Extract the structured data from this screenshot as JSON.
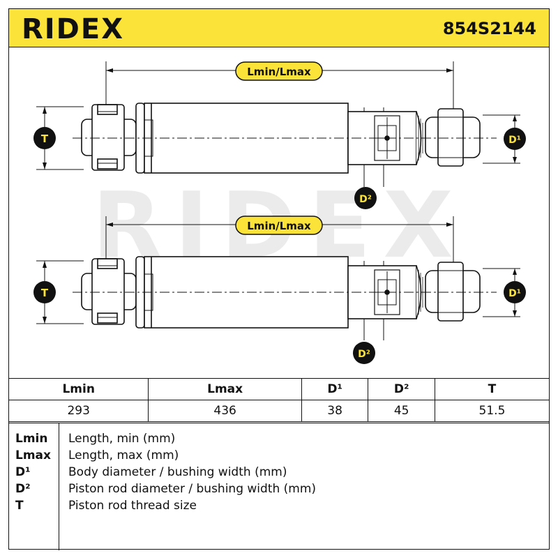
{
  "header": {
    "brand": "RIDEX",
    "part_number": "854S2144"
  },
  "watermark": "RIDEX",
  "diagram": {
    "length_label": "Lmin/Lmax",
    "markers": {
      "t": "T",
      "d1": "D¹",
      "d2": "D²"
    }
  },
  "specs": {
    "headers": [
      "Lmin",
      "Lmax",
      "D¹",
      "D²",
      "T"
    ],
    "values": [
      "293",
      "436",
      "38",
      "45",
      "51.5"
    ]
  },
  "legend": [
    {
      "key": "Lmin",
      "desc": "Length, min (mm)"
    },
    {
      "key": "Lmax",
      "desc": "Length, max (mm)"
    },
    {
      "key": "D¹",
      "desc": "Body diameter / bushing width (mm)"
    },
    {
      "key": "D²",
      "desc": "Piston rod diameter / bushing width (mm)"
    },
    {
      "key": "T",
      "desc": "Piston rod thread size"
    }
  ],
  "colors": {
    "accent": "#fce33a",
    "ink": "#111111",
    "watermark": "#ebebeb"
  }
}
